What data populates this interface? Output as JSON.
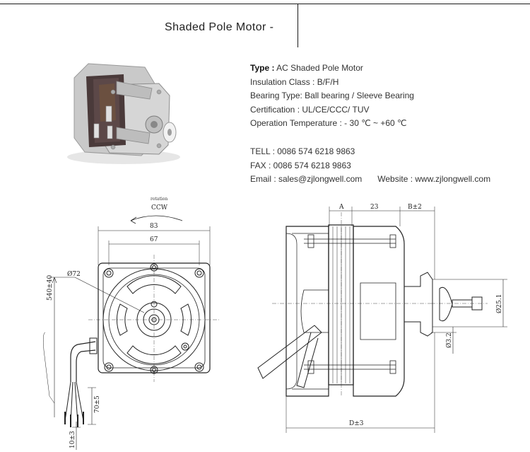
{
  "title": "Shaded Pole Motor -",
  "specs": {
    "type_label": "Type :",
    "type_value": "AC Shaded Pole Motor",
    "insulation": "Insulation Class : B/F/H",
    "bearing": "Bearing Type: Ball bearing / Sleeve Bearing",
    "certification": "Certification : UL/CE/CCC/ TUV",
    "temperature": "Operation Temperature : - 30 ℃ ~ +60 ℃"
  },
  "contacts": {
    "tel": "TELL : 0086 574 6218 9863",
    "fax": "FAX : 0086 574 6218 9863",
    "email": "Email : sales@zjlongwell.com",
    "website": "Website : www.zjlongwell.com"
  },
  "front_view": {
    "rotation_label": "rotation",
    "direction": "CCW",
    "width_outer": "83",
    "width_inner": "67",
    "diameter": "Ø72",
    "lead_length": "540±40",
    "strip_length": "70±5",
    "tip_length": "10±3"
  },
  "side_view": {
    "dim_a": "A",
    "dim_23": "23",
    "dim_b": "B±2",
    "dim_d": "D±3",
    "shaft_dia": "Ø3.2",
    "boss_dia": "Ø25.1"
  }
}
